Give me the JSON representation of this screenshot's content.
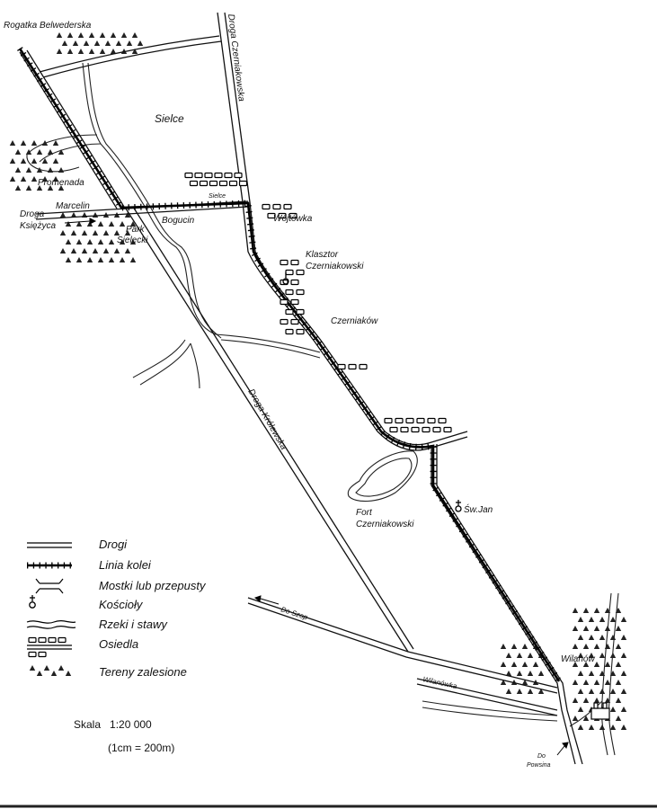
{
  "map": {
    "places": {
      "rogatka": "Rogatka Belwederska",
      "sielce": "Sielce",
      "promenada": "Promenada",
      "marcelin": "Marcelin",
      "droga_ksiezyca_1": "Droga",
      "droga_ksiezyca_2": "Księżyca",
      "sielce_small": "Sielce",
      "bogucin": "Bogucin",
      "park_1": "Park",
      "park_2": "Sielecki",
      "wojtowka": "Wójtówka",
      "klasztor_1": "Klasztor",
      "klasztor_2": "Czerniakowski",
      "czerniakow": "Czerniaków",
      "fort_1": "Fort",
      "fort_2": "Czerniakowski",
      "sw_jan": "Św.Jan",
      "do_szop": "Do Szop",
      "wilanowka": "Wilanówka",
      "wilanow": "Wilanów",
      "do_powsina_1": "Do",
      "do_powsina_2": "Powsina"
    },
    "roads": {
      "czerniakowska": "Droga Czerniakowska",
      "krolewska": "Droga Królewska"
    }
  },
  "legend": {
    "items": [
      {
        "label": "Drogi",
        "icon": "double-line-icon"
      },
      {
        "label": "Linia kolei",
        "icon": "railway-icon"
      },
      {
        "label": "Mostki lub przepusty",
        "icon": "bridge-icon"
      },
      {
        "label": "Kościoły",
        "icon": "church-icon"
      },
      {
        "label": "Rzeki i stawy",
        "icon": "river-icon"
      },
      {
        "label": "Osiedla",
        "icon": "settlement-icon"
      },
      {
        "label": "Tereny zalesione",
        "icon": "forest-icon"
      }
    ]
  },
  "scale": {
    "ratio": "Skala   1:20 000",
    "note": "(1cm = 200m)"
  }
}
